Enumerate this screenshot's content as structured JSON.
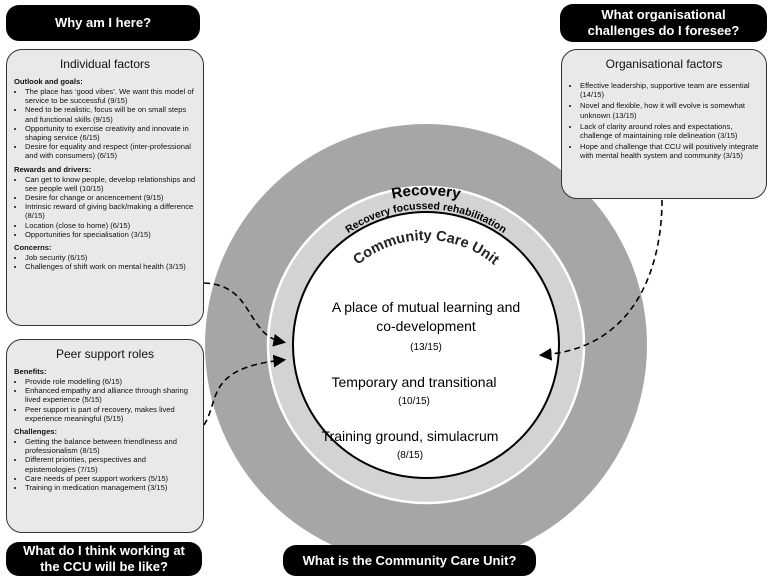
{
  "headers": {
    "why": "Why am I here?",
    "challenges": "What organisational challenges do I foresee?",
    "working": "What do I think working at the CCU will be like?",
    "what": "What is the Community Care Unit?"
  },
  "individual": {
    "title": "Individual factors",
    "sections": [
      {
        "heading": "Outlook and goals:",
        "items": [
          "The place has ‘good vibes’. We want this model of service to be successful (9/15)",
          "Need to be realistic, focus will be on small steps and functional skills (9/15)",
          "Opportunity to exercise creativity and innovate in shaping service (6/15)",
          "Desire for equality and respect (inter-professional and with consumers) (6/15)"
        ]
      },
      {
        "heading": "Rewards and drivers:",
        "items": [
          "Can get to know people, develop relationships and see people well (10/15)",
          "Desire for change or ancencement (9/15)",
          "Intrinsic reward of giving back/making a difference (8/15)",
          "Location (close to home) (6/15)",
          "Opportunities for specialisation (3/15)"
        ]
      },
      {
        "heading": "Concerns:",
        "items": [
          "Job security (6/15)",
          "Challenges of shift work on mental health (3/15)"
        ]
      }
    ]
  },
  "peer": {
    "title": "Peer support roles",
    "sections": [
      {
        "heading": "Benefits:",
        "items": [
          "Provide role modelling (6/15)",
          "Enhanced empathy and alliance through sharing lived experience (5/15)",
          "Peer support is part of recovery, makes lived experience meaningful (5/15)"
        ]
      },
      {
        "heading": "Challenges:",
        "items": [
          "Getting the balance between friendliness and professionalism (8/15)",
          "Different priorities, perspectives and epistemologies (7/15)",
          "Care needs of peer support workers (5/15)",
          "Training in medication management (3/15)"
        ]
      }
    ]
  },
  "organisational": {
    "title": "Organisational factors",
    "items": [
      "Effective leadership, supportive team are essential (14/15)",
      "Novel and flexible, how it will evolve is somewhat unknown (13/15)",
      "Lack of clarity around roles and expectations, challenge of maintaining role delineation (3/15)",
      "Hope and challenge that CCU will positively integrate with mental health system and community (3/15)"
    ]
  },
  "rings": {
    "outer": "Recovery",
    "middle": "Recovery focussed rehabilitation",
    "inner": "Community Care Unit"
  },
  "center": [
    {
      "text": "A place of mutual learning and co-development",
      "count": "(13/15)"
    },
    {
      "text": "Temporary and transitional",
      "count": "(10/15)"
    },
    {
      "text": "Training ground, simulacrum",
      "count": "(8/15)"
    }
  ]
}
